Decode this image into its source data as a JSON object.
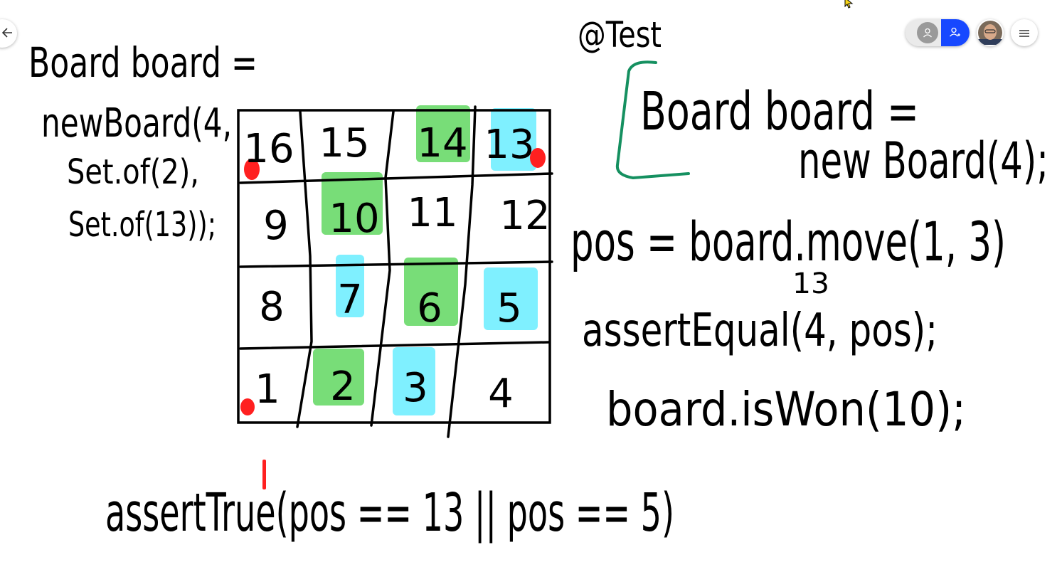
{
  "colors": {
    "ink": "#000000",
    "highlight_green": "#78dd78",
    "highlight_cyan": "#7ff0ff",
    "marker_red": "#ff2020",
    "bracket_green": "#159060",
    "accent_blue": "#1748ff"
  },
  "toolbar": {
    "back_icon": "arrow-left-icon",
    "user_icon": "user-icon",
    "add_user_icon": "user-plus-icon",
    "menu_icon": "hamburger-menu-icon"
  },
  "left_code": {
    "line1": "Board board =",
    "line2": "newBoard(4,",
    "line3": "Set.of(2),",
    "line4": "Set.of(13));"
  },
  "grid": {
    "rows": [
      [
        {
          "n": "16",
          "hl": "none"
        },
        {
          "n": "15",
          "hl": "none"
        },
        {
          "n": "14",
          "hl": "green"
        },
        {
          "n": "13",
          "hl": "cyan"
        }
      ],
      [
        {
          "n": "9",
          "hl": "none"
        },
        {
          "n": "10",
          "hl": "green"
        },
        {
          "n": "11",
          "hl": "none"
        },
        {
          "n": "12",
          "hl": "none"
        }
      ],
      [
        {
          "n": "8",
          "hl": "none"
        },
        {
          "n": "7",
          "hl": "cyan"
        },
        {
          "n": "6",
          "hl": "green"
        },
        {
          "n": "5",
          "hl": "cyan"
        }
      ],
      [
        {
          "n": "1",
          "hl": "none"
        },
        {
          "n": "2",
          "hl": "green"
        },
        {
          "n": "3",
          "hl": "cyan"
        },
        {
          "n": "4",
          "hl": "none"
        }
      ]
    ],
    "red_dot_cells": [
      "16",
      "13",
      "1"
    ]
  },
  "right_code": {
    "annotation": "@Test",
    "line1": "Board board =",
    "line2": "new Board(4);",
    "line3": "pos = board.move(1, 3)",
    "line3_note": "13",
    "line4": "assertEqual(4, pos);",
    "line5": "board.isWon(10);"
  },
  "bottom_code": {
    "line": "assertTrue(pos == 13 || pos == 5)"
  }
}
